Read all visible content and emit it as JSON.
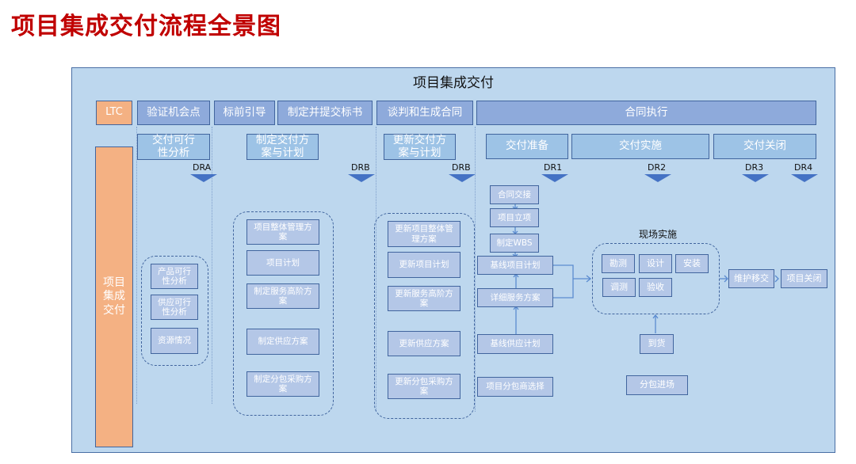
{
  "title": "项目集成交付流程全景图",
  "frame_title": "项目集成交付",
  "ltc_label": "LTC",
  "side_label": "项目\n集成\n交付",
  "stages": [
    "验证机会点",
    "标前引导",
    "制定并提交标书",
    "谈判和生成合同",
    "合同执行"
  ],
  "sub_stages": [
    "交付可行性分析",
    "制定交付方案与计划",
    "更新交付方案与计划",
    "交付准备",
    "交付实施",
    "交付关闭"
  ],
  "decision_points": [
    "DRA",
    "DRB",
    "DRB",
    "DR1",
    "DR2",
    "DR3",
    "DR4"
  ],
  "feasibility_group": [
    "产品可行性分析",
    "供应可行性分析",
    "资源情况"
  ],
  "plan_group": [
    "项目整体管理方案",
    "项目计划",
    "制定服务高阶方案",
    "制定供应方案",
    "制定分包采购方案"
  ],
  "update_group": [
    "更新项目整体管理方案",
    "更新项目计划",
    "更新服务高阶方案",
    "更新供应方案",
    "更新分包采购方案"
  ],
  "prep_steps": [
    "合同交接",
    "项目立项",
    "制定WBS",
    "基线项目计划",
    "详细服务方案",
    "基线供应计划",
    "项目分包商选择"
  ],
  "onsite_label": "现场实施",
  "onsite_tasks": [
    "勘测",
    "设计",
    "安装",
    "调测",
    "验收"
  ],
  "arrival": "到货",
  "subcontract_entry": "分包进场",
  "handover": "维护移交",
  "close": "项目关闭"
}
